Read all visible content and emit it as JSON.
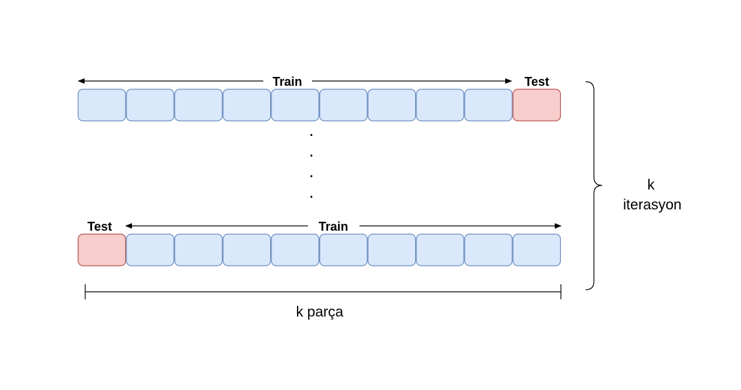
{
  "colors": {
    "train_fill": "#dae8fc",
    "train_stroke": "#6c8ebf",
    "test_fill": "#f8cecc",
    "test_stroke": "#b85450",
    "line": "#000000"
  },
  "folds": [
    {
      "train_label": "Train",
      "test_label": "Test",
      "test_index": 9,
      "cell_count": 10
    },
    {
      "train_label": "Train",
      "test_label": "Test",
      "test_index": 0,
      "cell_count": 10
    }
  ],
  "ellipsis": ".",
  "brace_label_line1": "k",
  "brace_label_line2": "iterasyon",
  "span_label": "k parça"
}
